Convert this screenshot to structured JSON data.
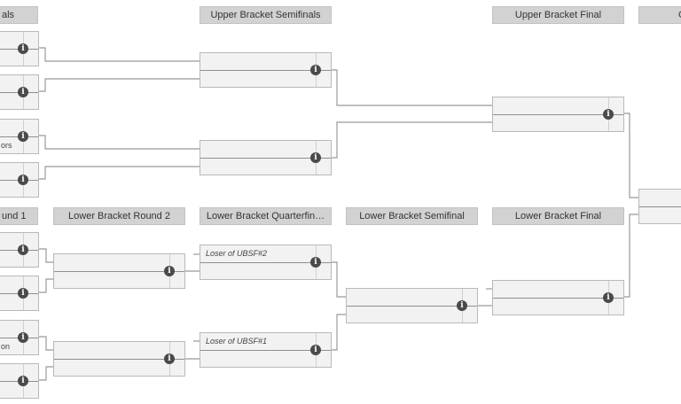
{
  "columns": {
    "ub_quarterfinals": "als",
    "ub_semifinals": "Upper Bracket Semifinals",
    "ub_final": "Upper Bracket Final",
    "grand_final": "G",
    "lb_round1": "und 1",
    "lb_round2": "Lower Bracket Round 2",
    "lb_quarterfinal": "Lower Bracket Quarterfin…",
    "lb_semifinal": "Lower Bracket Semifinal",
    "lb_final": "Lower Bracket Final"
  },
  "info_glyph": "i",
  "slots": {
    "uq3_top": "ors",
    "lb1_3_top": "on",
    "lbqf1_top": "Loser of UBSF#2",
    "lbqf2_top": "Loser of UBSF#1"
  },
  "colors": {
    "header_bg": "#d2d2d2",
    "match_bg": "#f2f2f2",
    "line": "#8f8f8f",
    "info_icon": "#4a4a4a"
  }
}
